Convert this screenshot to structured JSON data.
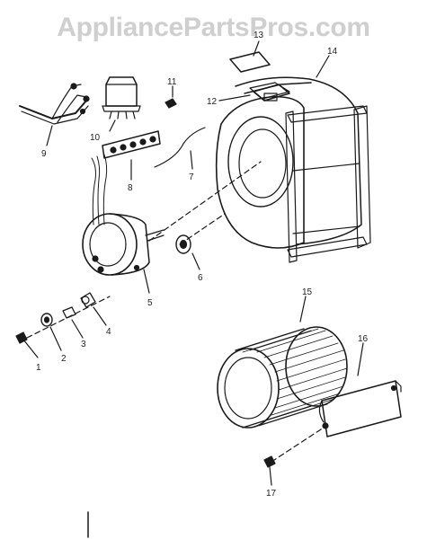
{
  "watermark": "AppliancePartsPros.com",
  "callouts": {
    "p1": "1",
    "p2": "2",
    "p3": "3",
    "p4": "4",
    "p5": "5",
    "p6": "6",
    "p7": "7",
    "p8": "8",
    "p9": "9",
    "p10": "10",
    "p11": "11",
    "p12": "12",
    "p13": "13",
    "p14": "14",
    "p15": "15",
    "p16": "16",
    "p17": "17"
  }
}
